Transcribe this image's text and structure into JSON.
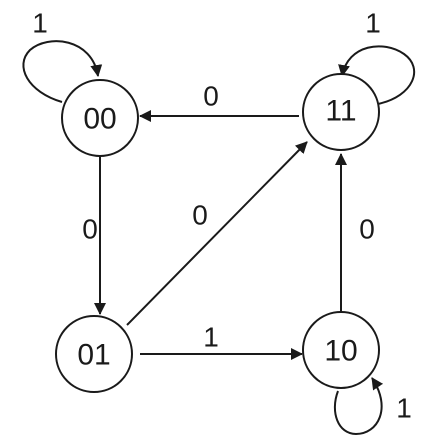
{
  "diagram": {
    "type": "state-transition-diagram",
    "states": [
      {
        "id": "s00",
        "label": "00"
      },
      {
        "id": "s11",
        "label": "11"
      },
      {
        "id": "s01",
        "label": "01"
      },
      {
        "id": "s10",
        "label": "10"
      }
    ],
    "transitions": [
      {
        "id": "t00_self",
        "from": "00",
        "to": "00",
        "label": "1"
      },
      {
        "id": "t11_self",
        "from": "11",
        "to": "11",
        "label": "1"
      },
      {
        "id": "t11_00",
        "from": "11",
        "to": "00",
        "label": "0"
      },
      {
        "id": "t00_01",
        "from": "00",
        "to": "01",
        "label": "0"
      },
      {
        "id": "t01_11",
        "from": "01",
        "to": "11",
        "label": "0"
      },
      {
        "id": "t10_11",
        "from": "10",
        "to": "11",
        "label": "0"
      },
      {
        "id": "t01_10",
        "from": "01",
        "to": "10",
        "label": "1"
      },
      {
        "id": "t10_self",
        "from": "10",
        "to": "10",
        "label": "1"
      }
    ],
    "colors": {
      "stroke": "#1a1a1a",
      "background": "#ffffff"
    }
  }
}
